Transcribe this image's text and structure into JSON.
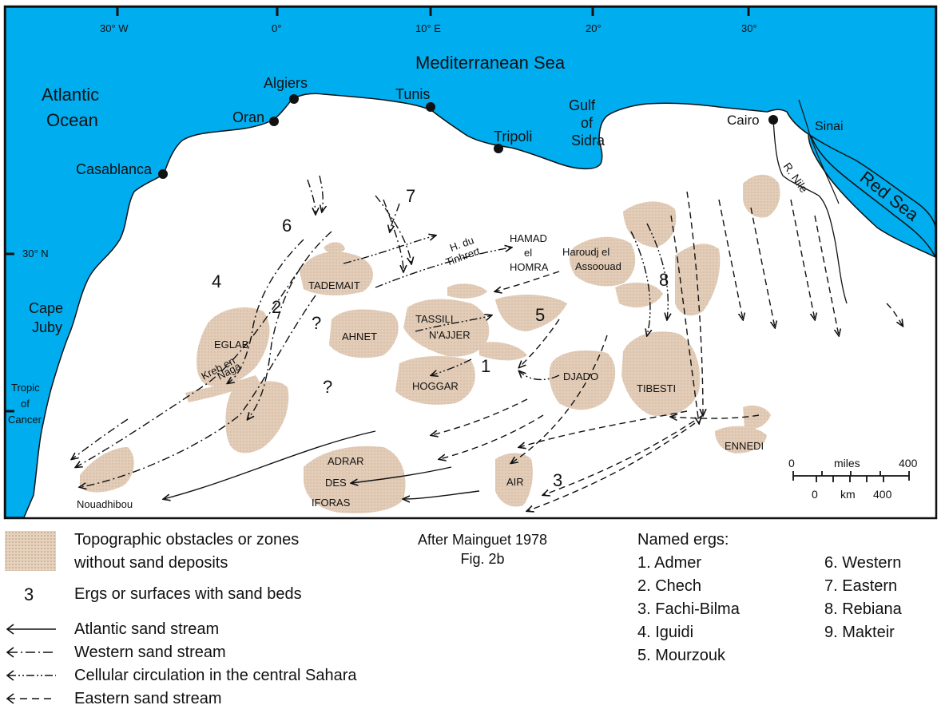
{
  "map": {
    "longitudes": [
      "30° W",
      "0°",
      "10° E",
      "20°",
      "30°"
    ],
    "latitudes": [
      "30° N"
    ],
    "tropic": [
      "Tropic",
      "of",
      "Cancer"
    ],
    "seas": {
      "mediterranean": "Mediterranean Sea",
      "atlantic": [
        "Atlantic",
        "Ocean"
      ],
      "red_sea": "Red Sea",
      "gulf": [
        "Gulf",
        "of",
        "Sidra"
      ]
    },
    "places": {
      "sinai": "Sinai",
      "nile": "R. Nile",
      "cape": [
        "Cape",
        "Juby"
      ]
    },
    "cities": [
      "Algiers",
      "Oran",
      "Tunis",
      "Tripoli",
      "Cairo",
      "Casablanca",
      "Nouadhibou"
    ],
    "massifs": {
      "tademait": "TADEMAIT",
      "eglab": "EGLAB",
      "kreb": [
        "Kreb en",
        "Naga"
      ],
      "ahnet": "AHNET",
      "tassili": [
        "TASSILI",
        "N'AJJER"
      ],
      "hoggar": "HOGGAR",
      "djado": "DJADO",
      "tibesti": "TIBESTI",
      "ennedi": "ENNEDI",
      "adrar": [
        "ADRAR",
        "DES",
        "IFORAS"
      ],
      "air": "AIR",
      "hamad": [
        "HAMAD",
        "el",
        "HOMRA"
      ],
      "haroudj": [
        "Haroudj el",
        "Assoouad"
      ],
      "tinhrert": [
        "H. du",
        "Tinhrert"
      ]
    },
    "erg_numbers": [
      "1",
      "2",
      "3",
      "4",
      "5",
      "6",
      "7",
      "8"
    ],
    "question_marks": [
      "?",
      "?"
    ],
    "scale": {
      "miles": [
        "0",
        "miles",
        "400"
      ],
      "km": [
        "0",
        "km",
        "400"
      ]
    }
  },
  "legend": {
    "obstacles": [
      "Topographic obstacles or zones",
      "without sand deposits"
    ],
    "erg_symbol": "3",
    "erg_text": "Ergs or surfaces with sand beds",
    "streams": [
      "Atlantic sand stream",
      "Western sand stream",
      "Cellular circulation in the central Sahara",
      "Eastern sand stream"
    ]
  },
  "credit": [
    "After Mainguet 1978",
    "Fig. 2b"
  ],
  "ergs": {
    "heading": "Named ergs:",
    "col1": [
      "1. Admer",
      "2. Chech",
      "3. Fachi-Bilma",
      "4. Iguidi",
      "5. Mourzouk"
    ],
    "col2": [
      "6. Western",
      "7. Eastern",
      "8. Rebiana",
      "9. Makteir"
    ]
  },
  "colors": {
    "sea": "#00adef",
    "massif": "#e3cdb8",
    "ink": "#111111"
  }
}
